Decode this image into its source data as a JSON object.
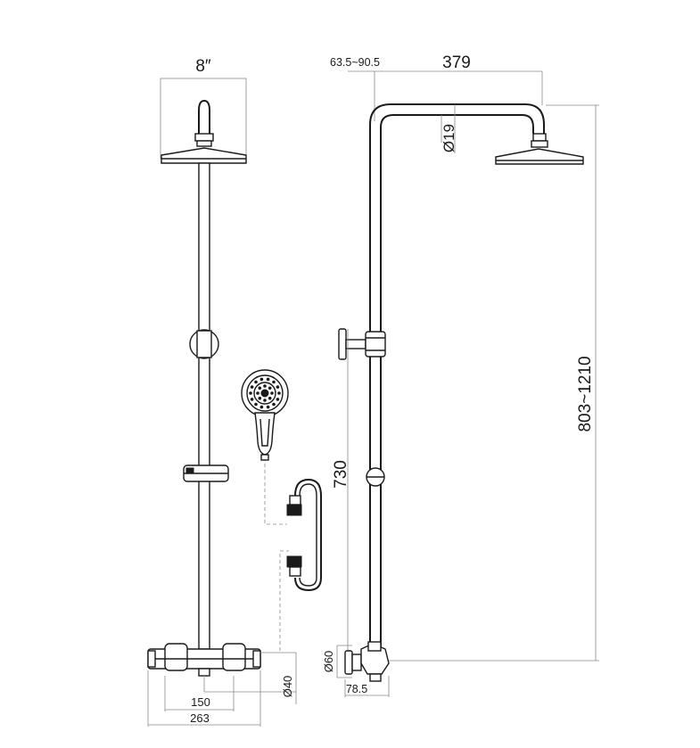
{
  "dimensions": {
    "head_width": "8″",
    "arm_offset_range": "63.5~90.5",
    "arm_reach": "379",
    "arm_pipe_diameter": "Ø19",
    "total_height_range": "803~1210",
    "riser_height": "730",
    "valve_diameter": "Ø60",
    "valve_projection": "78.5",
    "inlet_diameter": "Ø40",
    "inlet_centers": "150",
    "valve_length": "263"
  }
}
